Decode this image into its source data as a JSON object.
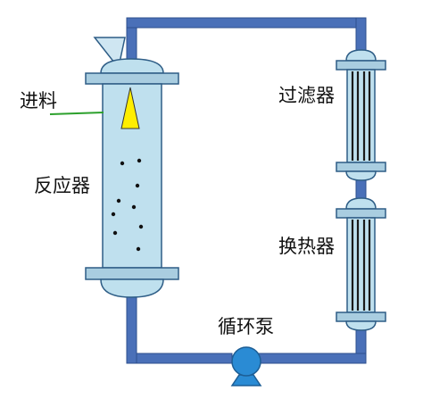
{
  "labels": {
    "feed": "进料",
    "reactor": "反应器",
    "filter": "过滤器",
    "heat_exchanger": "换热器",
    "pump": "循环泵"
  },
  "colors": {
    "pipe": "#4a70b8",
    "pipe_stroke": "#2d4f8e",
    "vessel_fill": "#bfe0ee",
    "vessel_stroke": "#2e5d86",
    "flange_fill": "#a9cde0",
    "feed_line": "#2ca02c",
    "nozzle": "#ffee00",
    "particle": "#111111",
    "pump_fill": "#2a8bd4",
    "tube": "#1a1a1a",
    "text": "#111111"
  },
  "icons": {
    "pump": "pump-icon",
    "nozzle": "spray-nozzle-icon",
    "funnel": "funnel-icon"
  }
}
